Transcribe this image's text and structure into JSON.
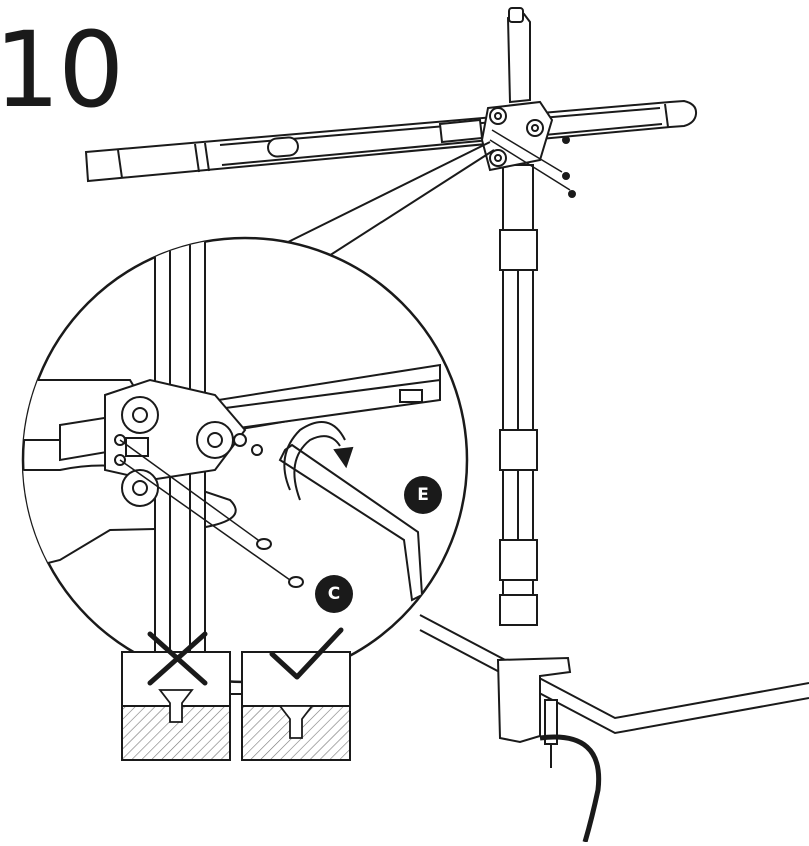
{
  "step": {
    "number": "10"
  },
  "parts": {
    "allen_key": "E",
    "screw": "C"
  },
  "verdicts": {
    "wrong": "incorrect-cross-icon",
    "correct": "correct-check-icon"
  },
  "colors": {
    "ink": "#1a1a1a",
    "paper": "#ffffff",
    "hatch": "#777777"
  }
}
